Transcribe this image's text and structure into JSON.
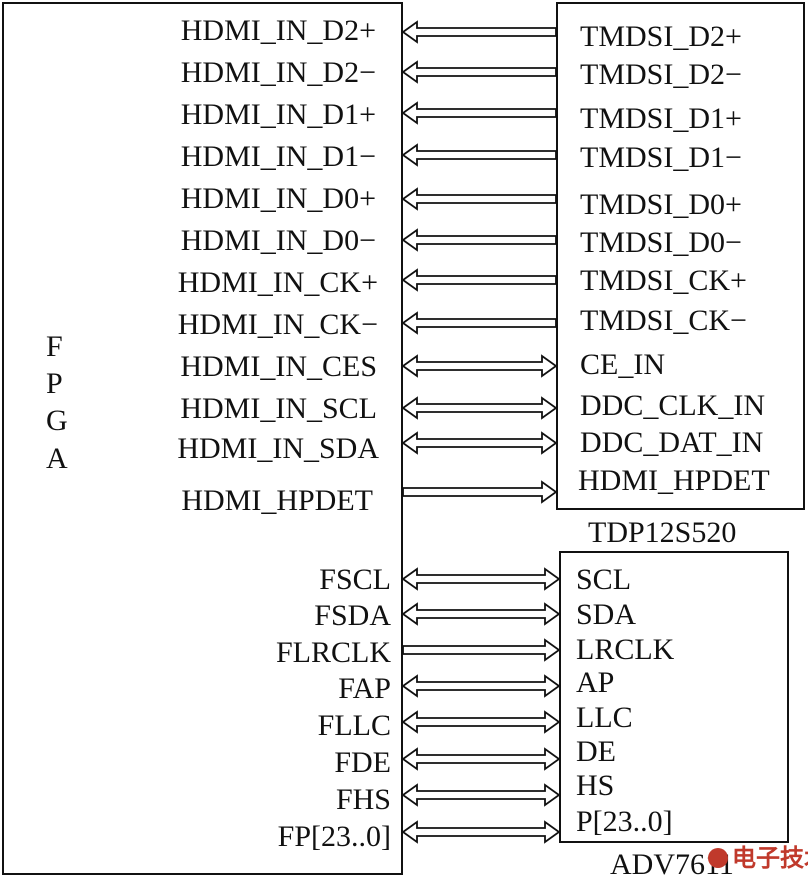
{
  "fpga": {
    "title_letters": [
      "F",
      "P",
      "G",
      "A"
    ],
    "hdmi_signals": [
      "HDMI_IN_D2+",
      "HDMI_IN_D2−",
      "HDMI_IN_D1+",
      "HDMI_IN_D1−",
      "HDMI_IN_D0+",
      "HDMI_IN_D0−",
      "HDMI_IN_CK+",
      "HDMI_IN_CK−",
      "HDMI_IN_CES",
      "HDMI_IN_SCL",
      "HDMI_IN_SDA",
      "HDMI_HPDET"
    ],
    "video_signals": [
      "FSCL",
      "FSDA",
      "FLRCLK",
      "FAP",
      "FLLC",
      "FDE",
      "FHS",
      "FP[23..0]"
    ]
  },
  "tdp": {
    "name": "TDP12S520",
    "pins": [
      "TMDSI_D2+",
      "TMDSI_D2−",
      "TMDSI_D1+",
      "TMDSI_D1−",
      "TMDSI_D0+",
      "TMDSI_D0−",
      "TMDSI_CK+",
      "TMDSI_CK−",
      "CE_IN",
      "DDC_CLK_IN",
      "DDC_DAT_IN",
      "HDMI_HPDET"
    ],
    "directions": [
      "left",
      "left",
      "left",
      "left",
      "left",
      "left",
      "left",
      "left",
      "both",
      "both",
      "both",
      "right"
    ]
  },
  "adv": {
    "name": "ADV7611",
    "pins": [
      "SCL",
      "SDA",
      "LRCLK",
      "AP",
      "LLC",
      "DE",
      "HS",
      "P[23..0]"
    ],
    "directions": [
      "both",
      "both",
      "right",
      "both",
      "both",
      "both",
      "both",
      "both"
    ]
  },
  "watermark": {
    "text": "电子技术应用"
  }
}
